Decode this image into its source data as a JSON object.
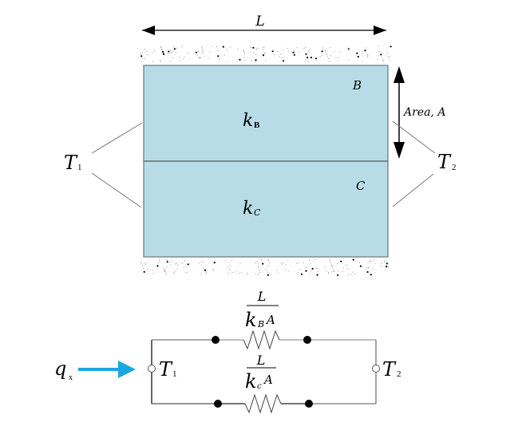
{
  "diagram": {
    "length_label": "L",
    "area_label": "Area, A",
    "material_top": {
      "region_label": "B",
      "conductivity_symbol": "k",
      "conductivity_subscript": "B"
    },
    "material_bottom": {
      "region_label": "C",
      "conductivity_symbol": "k",
      "conductivity_subscript": "C"
    },
    "left_temp": {
      "symbol": "T",
      "subscript": "1"
    },
    "right_temp": {
      "symbol": "T",
      "subscript": "2"
    },
    "slab_color": "#b7dce7",
    "heat_arrow_color": "#1ba7e1"
  },
  "circuit": {
    "heat_flow": {
      "symbol": "q",
      "subscript": "x"
    },
    "node_left": {
      "symbol": "T",
      "subscript": "1"
    },
    "node_right": {
      "symbol": "T",
      "subscript": "2"
    },
    "resistor_top": {
      "numerator": "L",
      "denom_symbol": "k",
      "denom_subscript": "B",
      "denom_tail": "A"
    },
    "resistor_bottom": {
      "numerator": "L",
      "denom_symbol": "k",
      "denom_subscript": "c",
      "denom_tail": "A"
    }
  }
}
